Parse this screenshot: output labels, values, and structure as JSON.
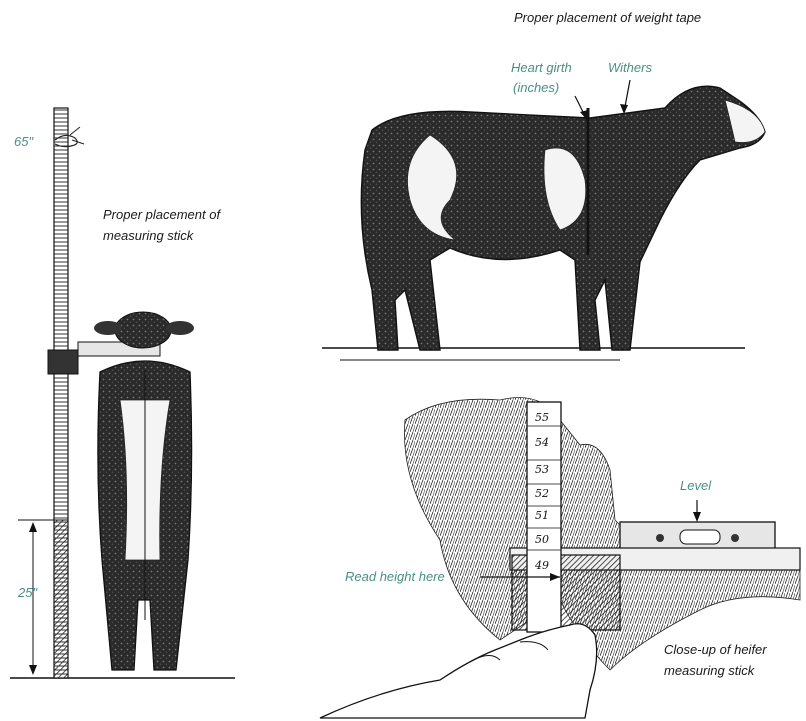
{
  "labels": {
    "weight_tape_title": "Proper placement of weight tape",
    "heart_girth_line1": "Heart girth",
    "heart_girth_line2": "(inches)",
    "withers": "Withers",
    "stick_placement_line1": "Proper placement of",
    "stick_placement_line2": "measuring stick",
    "height_top": "65\"",
    "height_bottom": "25\"",
    "level": "Level",
    "read_height": "Read height here",
    "closeup_line1": "Close-up of heifer",
    "closeup_line2": "measuring stick"
  },
  "stick_numbers": [
    "55",
    "54",
    "53",
    "52",
    "51",
    "50",
    "49"
  ],
  "colors": {
    "ink": "#1a1a1a",
    "teal": "#4a8f86",
    "background": "#ffffff"
  }
}
